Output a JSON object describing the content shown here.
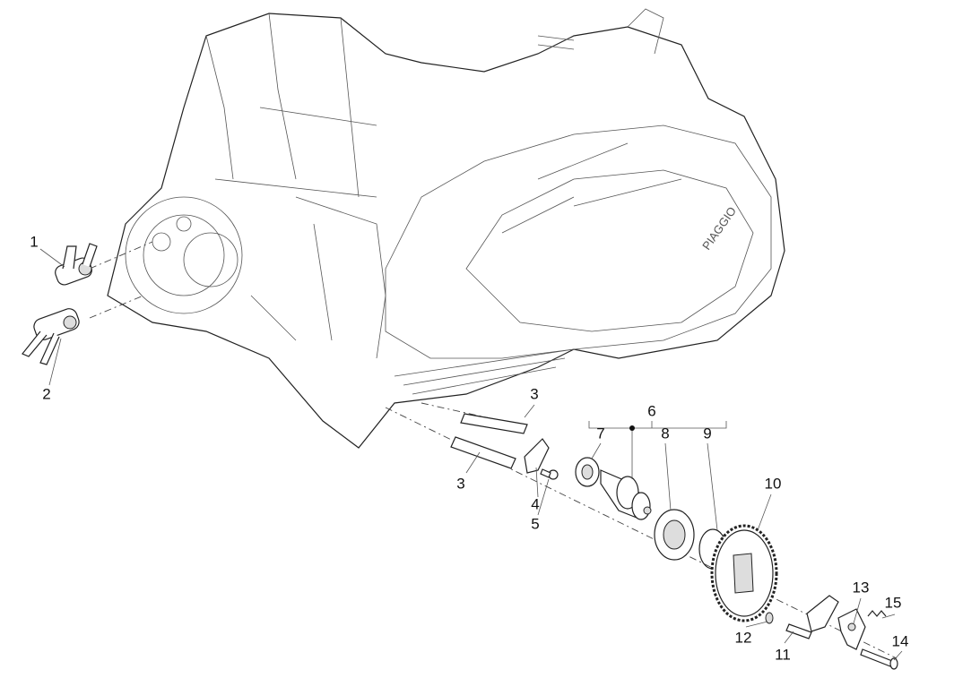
{
  "diagram": {
    "type": "exploded-parts-diagram",
    "engine_logo_text": "PIAGGIO",
    "callouts": [
      {
        "id": "callout-1",
        "label": "1"
      },
      {
        "id": "callout-2",
        "label": "2"
      },
      {
        "id": "callout-3a",
        "label": "3"
      },
      {
        "id": "callout-3b",
        "label": "3"
      },
      {
        "id": "callout-4",
        "label": "4"
      },
      {
        "id": "callout-5",
        "label": "5"
      },
      {
        "id": "callout-6",
        "label": "6"
      },
      {
        "id": "callout-7",
        "label": "7"
      },
      {
        "id": "callout-8",
        "label": "8"
      },
      {
        "id": "callout-9",
        "label": "9"
      },
      {
        "id": "callout-10",
        "label": "10"
      },
      {
        "id": "callout-11",
        "label": "11"
      },
      {
        "id": "callout-12",
        "label": "12"
      },
      {
        "id": "callout-13",
        "label": "13"
      },
      {
        "id": "callout-14",
        "label": "14"
      },
      {
        "id": "callout-15",
        "label": "15"
      }
    ]
  }
}
